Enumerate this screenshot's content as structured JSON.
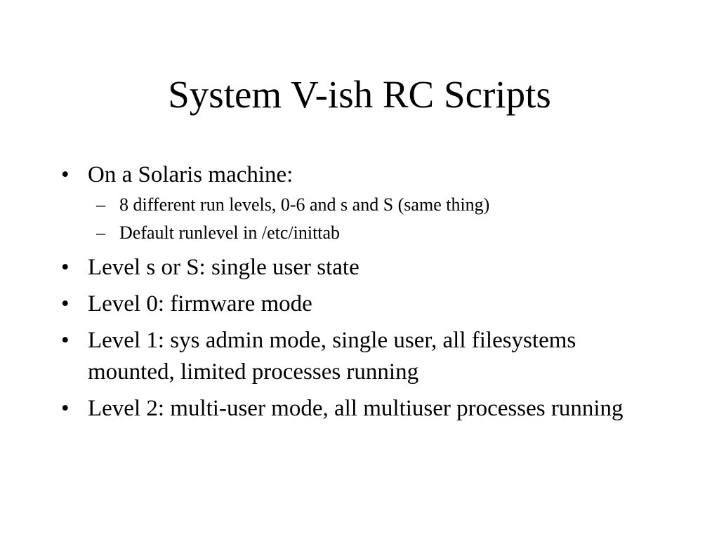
{
  "slide": {
    "title": "System V-ish RC Scripts",
    "bullet_symbol": "•",
    "sub_bullet_symbol": "–",
    "items": [
      {
        "text": "On a Solaris machine:"
      },
      {
        "text": "8 different run levels, 0-6 and s and S (same thing)"
      },
      {
        "text": "Default runlevel in /etc/inittab"
      },
      {
        "text": "Level s or S: single user state"
      },
      {
        "text": "Level 0: firmware mode"
      },
      {
        "text": "Level 1: sys admin mode, single user, all filesystems mounted, limited processes running"
      },
      {
        "text": "Level 2: multi-user mode, all multiuser processes running"
      }
    ]
  }
}
